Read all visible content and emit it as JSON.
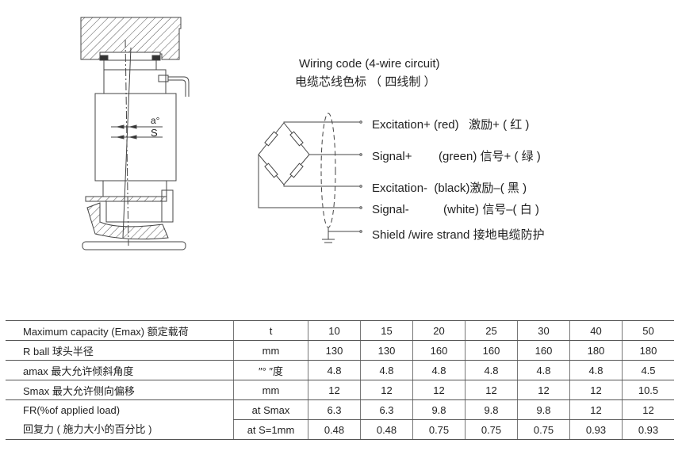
{
  "wiring": {
    "title_en": "Wiring code  (4-wire circuit)",
    "title_cn": "电缆芯线色标 （ 四线制 ）",
    "lines": [
      {
        "name": "Excitation+",
        "color": "(red)",
        "cn": "激励+ ( 红 )"
      },
      {
        "name": "Signal+",
        "color": "(green)",
        "cn": "信号+ ( 绿 )"
      },
      {
        "name": "Excitation-",
        "color": "(black)",
        "cn": "激励–( 黑 )"
      },
      {
        "name": "Signal-",
        "color": "(white)",
        "cn": "信号–( 白 )"
      },
      {
        "name": "Shield /wire strand",
        "color": "",
        "cn": "接地电缆防护"
      }
    ]
  },
  "drawing": {
    "angle_label": "a°",
    "offset_label": "S"
  },
  "table": {
    "rows": [
      {
        "label": "Maximum  capacity (Emax)  额定载荷",
        "unit": "t",
        "values": [
          "10",
          "15",
          "20",
          "25",
          "30",
          "40",
          "50"
        ]
      },
      {
        "label": "R ball  球头半径",
        "unit": "mm",
        "values": [
          "130",
          "130",
          "160",
          "160",
          "160",
          "180",
          "180"
        ]
      },
      {
        "label": "amax 最大允许倾斜角度",
        "unit": "″°  ″度",
        "values": [
          "4.8",
          "4.8",
          "4.8",
          "4.8",
          "4.8",
          "4.8",
          "4.5"
        ]
      },
      {
        "label": "Smax 最大允许侧向偏移",
        "unit": "mm",
        "values": [
          "12",
          "12",
          "12",
          "12",
          "12",
          "12",
          "10.5"
        ]
      }
    ],
    "fr": {
      "label_en": "FR(%of applied load)",
      "label_cn": "回复力 ( 施力大小的百分比 )",
      "sub": [
        {
          "unit": "at Smax",
          "values": [
            "6.3",
            "6.3",
            "9.8",
            "9.8",
            "9.8",
            "12",
            "12"
          ]
        },
        {
          "unit": "at S=1mm",
          "values": [
            "0.48",
            "0.48",
            "0.75",
            "0.75",
            "0.75",
            "0.93",
            "0.93"
          ]
        }
      ]
    }
  }
}
